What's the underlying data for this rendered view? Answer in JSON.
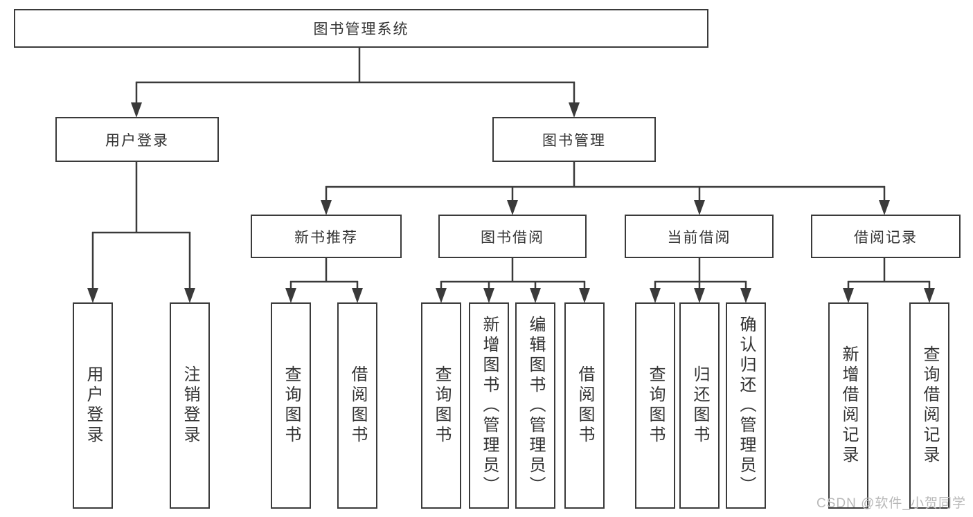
{
  "colors": {
    "line": "#3a3a3a",
    "text": "#333333",
    "watermark": "#b8b8b8",
    "bg": "#ffffff"
  },
  "diagram": {
    "root": {
      "label": "图书管理系统"
    },
    "branches": [
      {
        "label": "用户登录",
        "children": [
          {
            "label": "用户登录"
          },
          {
            "label": "注销登录"
          }
        ]
      },
      {
        "label": "图书管理",
        "groups": [
          {
            "label": "新书推荐",
            "children": [
              {
                "label": "查询图书"
              },
              {
                "label": "借阅图书"
              }
            ]
          },
          {
            "label": "图书借阅",
            "children": [
              {
                "label": "查询图书"
              },
              {
                "label": "新增图书（管理员）"
              },
              {
                "label": "编辑图书（管理员）"
              },
              {
                "label": "借阅图书"
              }
            ]
          },
          {
            "label": "当前借阅",
            "children": [
              {
                "label": "查询图书"
              },
              {
                "label": "归还图书"
              },
              {
                "label": "确认归还（管理员）"
              }
            ]
          },
          {
            "label": "借阅记录",
            "children": [
              {
                "label": "新增借阅记录"
              },
              {
                "label": "查询借阅记录"
              }
            ]
          }
        ]
      }
    ]
  },
  "watermark": {
    "text": "CSDN @软件_小贺同学"
  }
}
